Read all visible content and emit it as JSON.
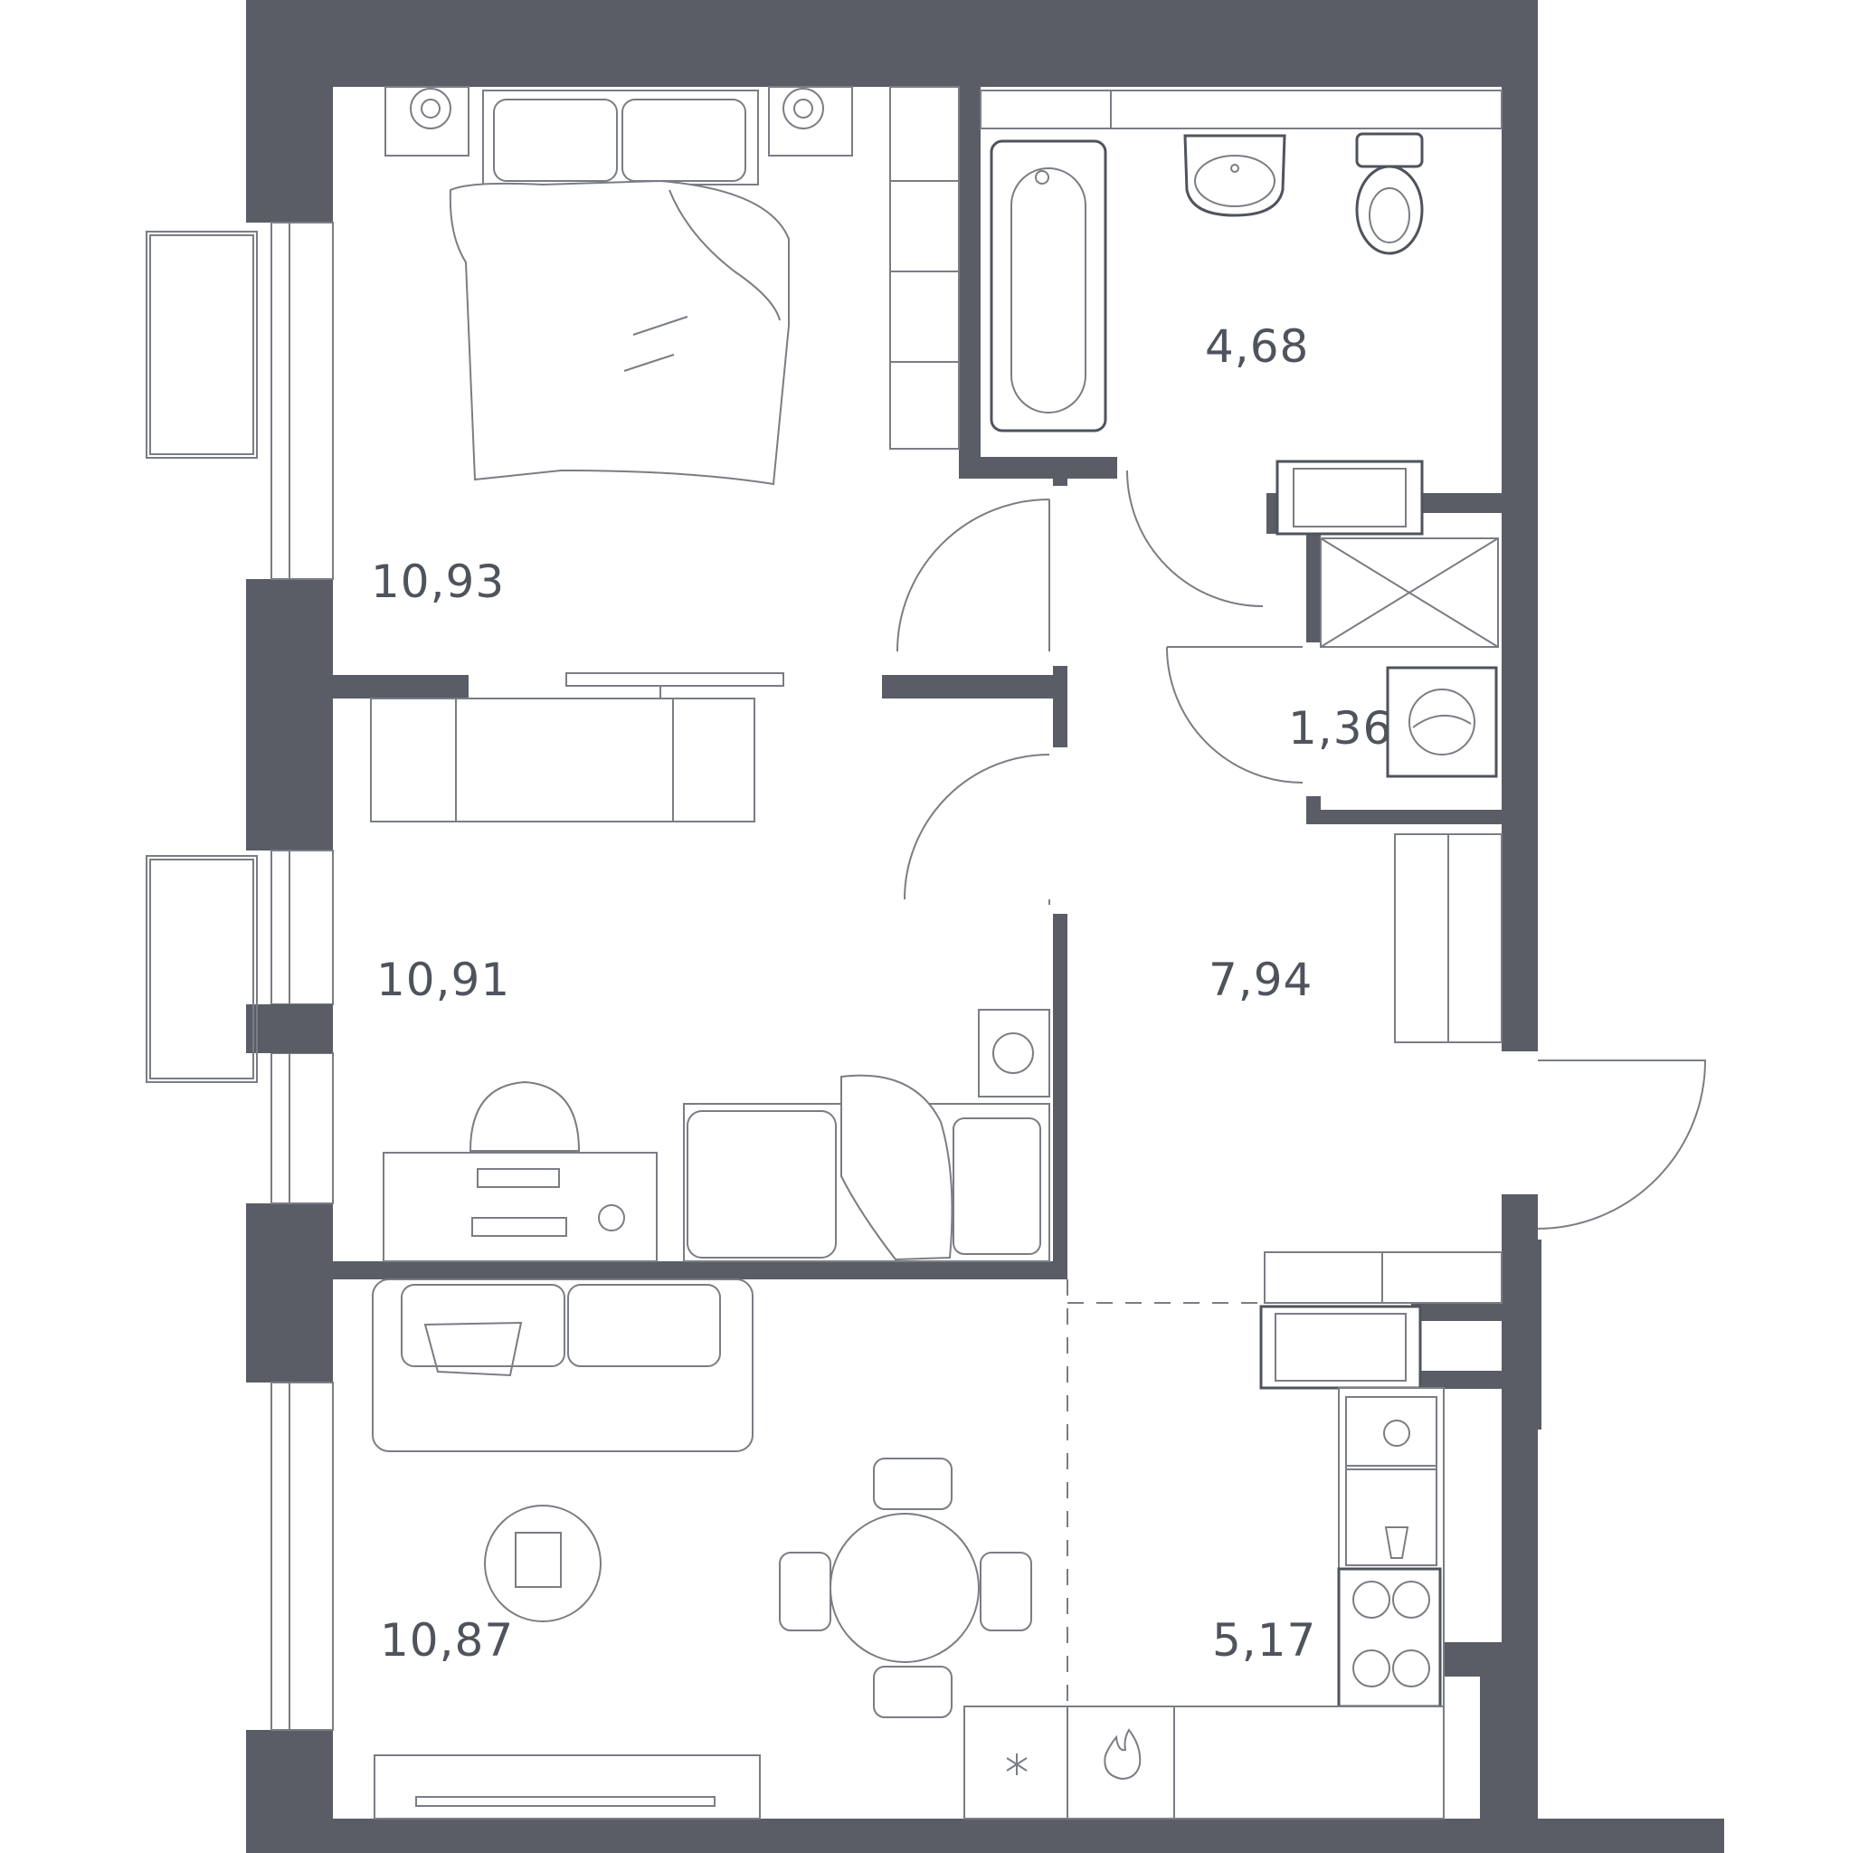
{
  "colors": {
    "wall": "#5a5d66",
    "line": "#4f535c",
    "furniture": "#7a7d84",
    "background": "#ffffff"
  },
  "rooms": [
    {
      "id": "bedroom",
      "area": "10,93"
    },
    {
      "id": "bathroom",
      "area": "4,68"
    },
    {
      "id": "laundry",
      "area": "1,36"
    },
    {
      "id": "kids-room",
      "area": "10,91"
    },
    {
      "id": "hallway",
      "area": "7,94"
    },
    {
      "id": "living-room",
      "area": "10,87"
    },
    {
      "id": "kitchen",
      "area": "5,17"
    }
  ],
  "icons": {
    "freezer": "snowflake-icon",
    "boiler": "flame-icon"
  }
}
